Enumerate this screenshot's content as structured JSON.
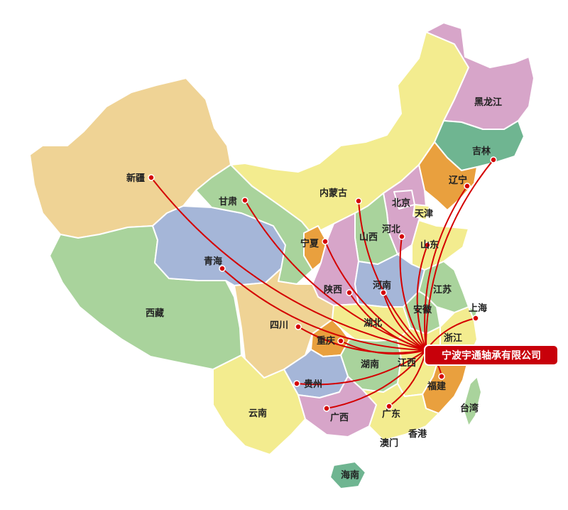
{
  "colors": {
    "route": "#d40000",
    "company_box": "#c8000a",
    "yellow": "#f3ec8f",
    "orange": "#e9a03e",
    "green": "#a9d39c",
    "purple": "#d7a5c9",
    "blue": "#a5b6d8",
    "tan": "#efd395",
    "teal": "#6fb591"
  },
  "company": {
    "name": "宁波宇通轴承有限公司"
  },
  "provinces": {
    "xinjiang": "新疆",
    "xizang": "西藏",
    "qinghai": "青海",
    "gansu": "甘肃",
    "neimenggu": "内蒙古",
    "heilongjiang": "黑龙江",
    "jilin": "吉林",
    "liaoning": "辽宁",
    "beijing": "北京",
    "tianjin": "天津",
    "hebei": "河北",
    "shanxi": "山西",
    "shandong": "山东",
    "ningxia": "宁夏",
    "shaanxi": "陕西",
    "henan": "河南",
    "jiangsu": "江苏",
    "anhui": "安徽",
    "shanghai": "上海",
    "sichuan": "四川",
    "hubei": "湖北",
    "chongqing": "重庆",
    "zhejiang": "浙江",
    "hunan": "湖南",
    "jiangxi": "江西",
    "guizhou": "贵州",
    "fujian": "福建",
    "yunnan": "云南",
    "guangxi": "广西",
    "guangdong": "广东",
    "taiwan": "台湾",
    "xianggang": "香港",
    "aomen": "澳门",
    "hainan": "海南"
  }
}
